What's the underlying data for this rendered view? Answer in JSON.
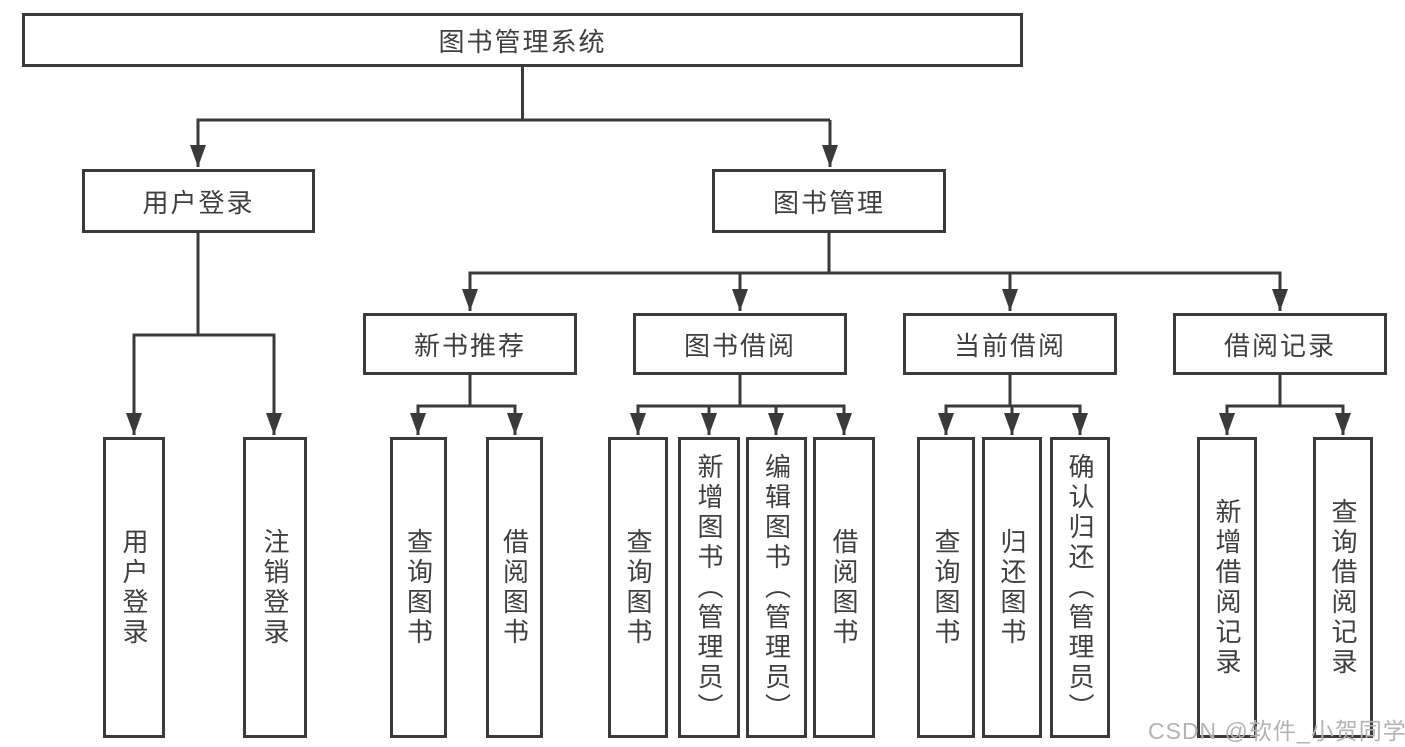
{
  "tree": {
    "label": "图书管理系统",
    "children": [
      {
        "label": "用户登录",
        "children": [
          {
            "label": "用户登录"
          },
          {
            "label": "注销登录"
          }
        ]
      },
      {
        "label": "图书管理",
        "children": [
          {
            "label": "新书推荐",
            "children": [
              {
                "label": "查询图书"
              },
              {
                "label": "借阅图书"
              }
            ]
          },
          {
            "label": "图书借阅",
            "children": [
              {
                "label": "查询图书"
              },
              {
                "label": "新增图书（管理员）"
              },
              {
                "label": "编辑图书（管理员）"
              },
              {
                "label": "借阅图书"
              }
            ]
          },
          {
            "label": "当前借阅",
            "children": [
              {
                "label": "查询图书"
              },
              {
                "label": "归还图书"
              },
              {
                "label": "确认归还（管理员）"
              }
            ]
          },
          {
            "label": "借阅记录",
            "children": [
              {
                "label": "新增借阅记录"
              },
              {
                "label": "查询借阅记录"
              }
            ]
          }
        ]
      }
    ]
  },
  "watermark": {
    "text": "CSDN @软件_小贺同学"
  },
  "colors": {
    "line": "#3a3a3a",
    "text": "#3f3f3f",
    "background": "#ffffff",
    "watermark": "#b3b3b3"
  }
}
